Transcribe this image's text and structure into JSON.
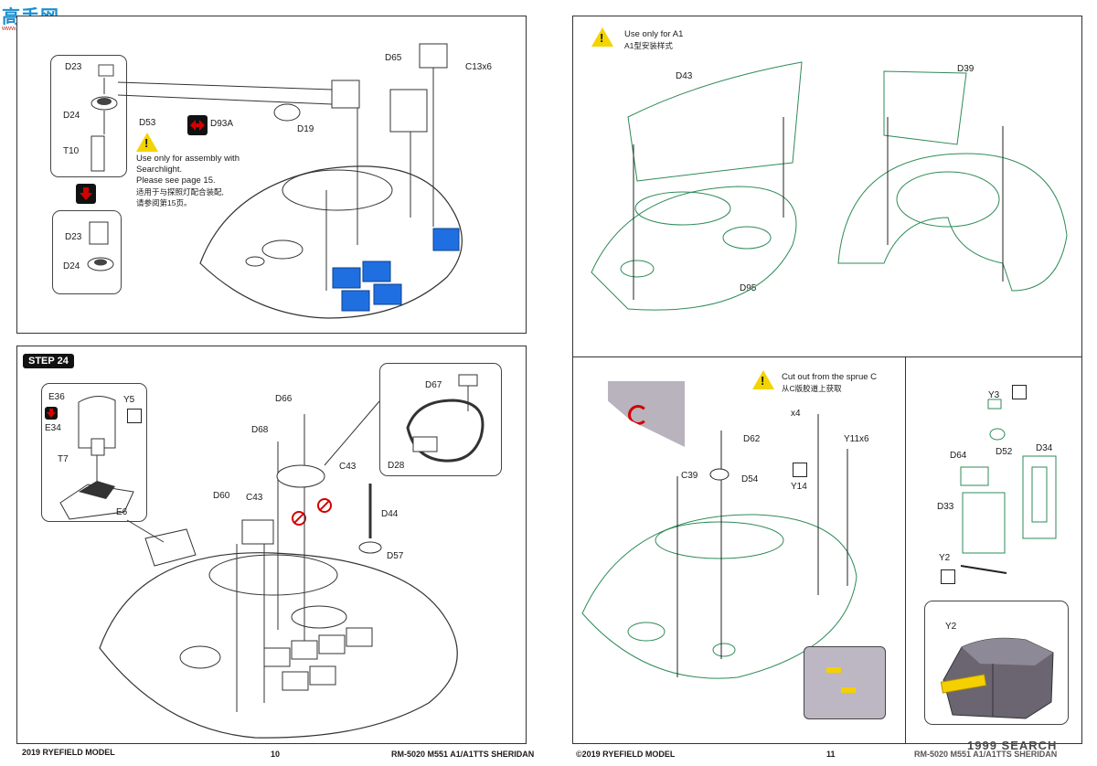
{
  "watermark": {
    "text": "高手网",
    "sub": "www.gaoshou.com"
  },
  "page_left": {
    "top_panel": {
      "parts": [
        "D23",
        "D24",
        "T10",
        "D23",
        "D24",
        "D53",
        "D93A",
        "D19",
        "D65",
        "C13x6"
      ],
      "note": {
        "line1": "Use only for assembly with",
        "line2": "Searchlight.",
        "line3": "Please see page 15.",
        "line4": "适用于与探照灯配合装配,",
        "line5": "请参阅第15页。"
      }
    },
    "step24": {
      "title": "STEP 24",
      "parts": {
        "e36": "E36",
        "y5": "Y5",
        "e34": "E34",
        "t7": "T7",
        "e6": "E6",
        "d67": "D67",
        "d28": "D28",
        "d66": "D66",
        "d68": "D68",
        "c43a": "C43",
        "c43b": "C43",
        "d60": "D60",
        "d44": "D44",
        "d57": "D57"
      }
    },
    "footer": {
      "left": "2019 RYEFIELD MODEL",
      "page": "10",
      "right": "RM-5020 M551 A1/A1TTS SHERIDAN"
    }
  },
  "page_right": {
    "top_panel": {
      "note1": "Use only for A1",
      "note2": "A1型安装样式",
      "parts": {
        "d43": "D43",
        "d39": "D39",
        "d95": "D95"
      }
    },
    "bottom_left": {
      "note1": "Cut out from the sprue C",
      "note2": "从C版胶道上获取",
      "parts": {
        "x4": "x4",
        "d62": "D62",
        "y11x6": "Y11x6",
        "c39": "C39",
        "d54": "D54",
        "y14": "Y14"
      }
    },
    "bottom_right": {
      "parts": {
        "y3": "Y3",
        "d64": "D64",
        "d52": "D52",
        "d34": "D34",
        "d33": "D33",
        "y2a": "Y2",
        "y2b": "Y2"
      }
    },
    "footer": {
      "left": "©2019 RYEFIELD MODEL",
      "page": "11",
      "right": "RM-5020 M551 A1/A1TTS SHERIDAN"
    }
  },
  "site_mark": "1999 SEARCH",
  "colors": {
    "blue_parts": "#1f6fe0",
    "warning": "#f3d400",
    "green_lines": "#2e8b57",
    "red": "#d40000",
    "yellow_part": "#f5d000"
  }
}
